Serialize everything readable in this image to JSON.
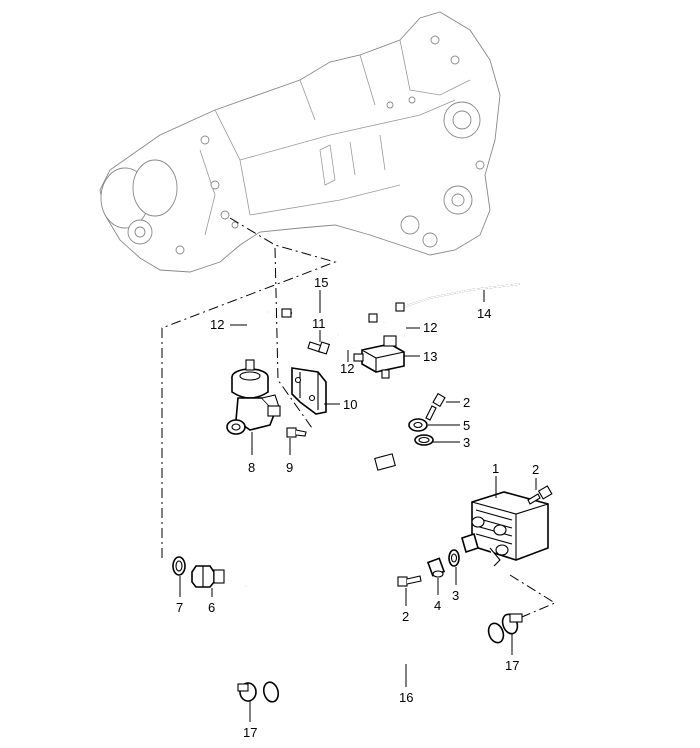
{
  "callouts": {
    "c1": "1",
    "c2a": "2",
    "c2b": "2",
    "c2c": "2",
    "c3a": "3",
    "c3b": "3",
    "c4": "4",
    "c5": "5",
    "c6": "6",
    "c7": "7",
    "c8": "8",
    "c9": "9",
    "c10": "10",
    "c11": "11",
    "c12a": "12",
    "c12b": "12",
    "c12c": "12",
    "c13": "13",
    "c14": "14",
    "c15": "15",
    "c16": "16",
    "c17a": "17",
    "c17b": "17"
  },
  "colors": {
    "line": "#000000",
    "ghost": "#888888",
    "background": "#ffffff"
  }
}
